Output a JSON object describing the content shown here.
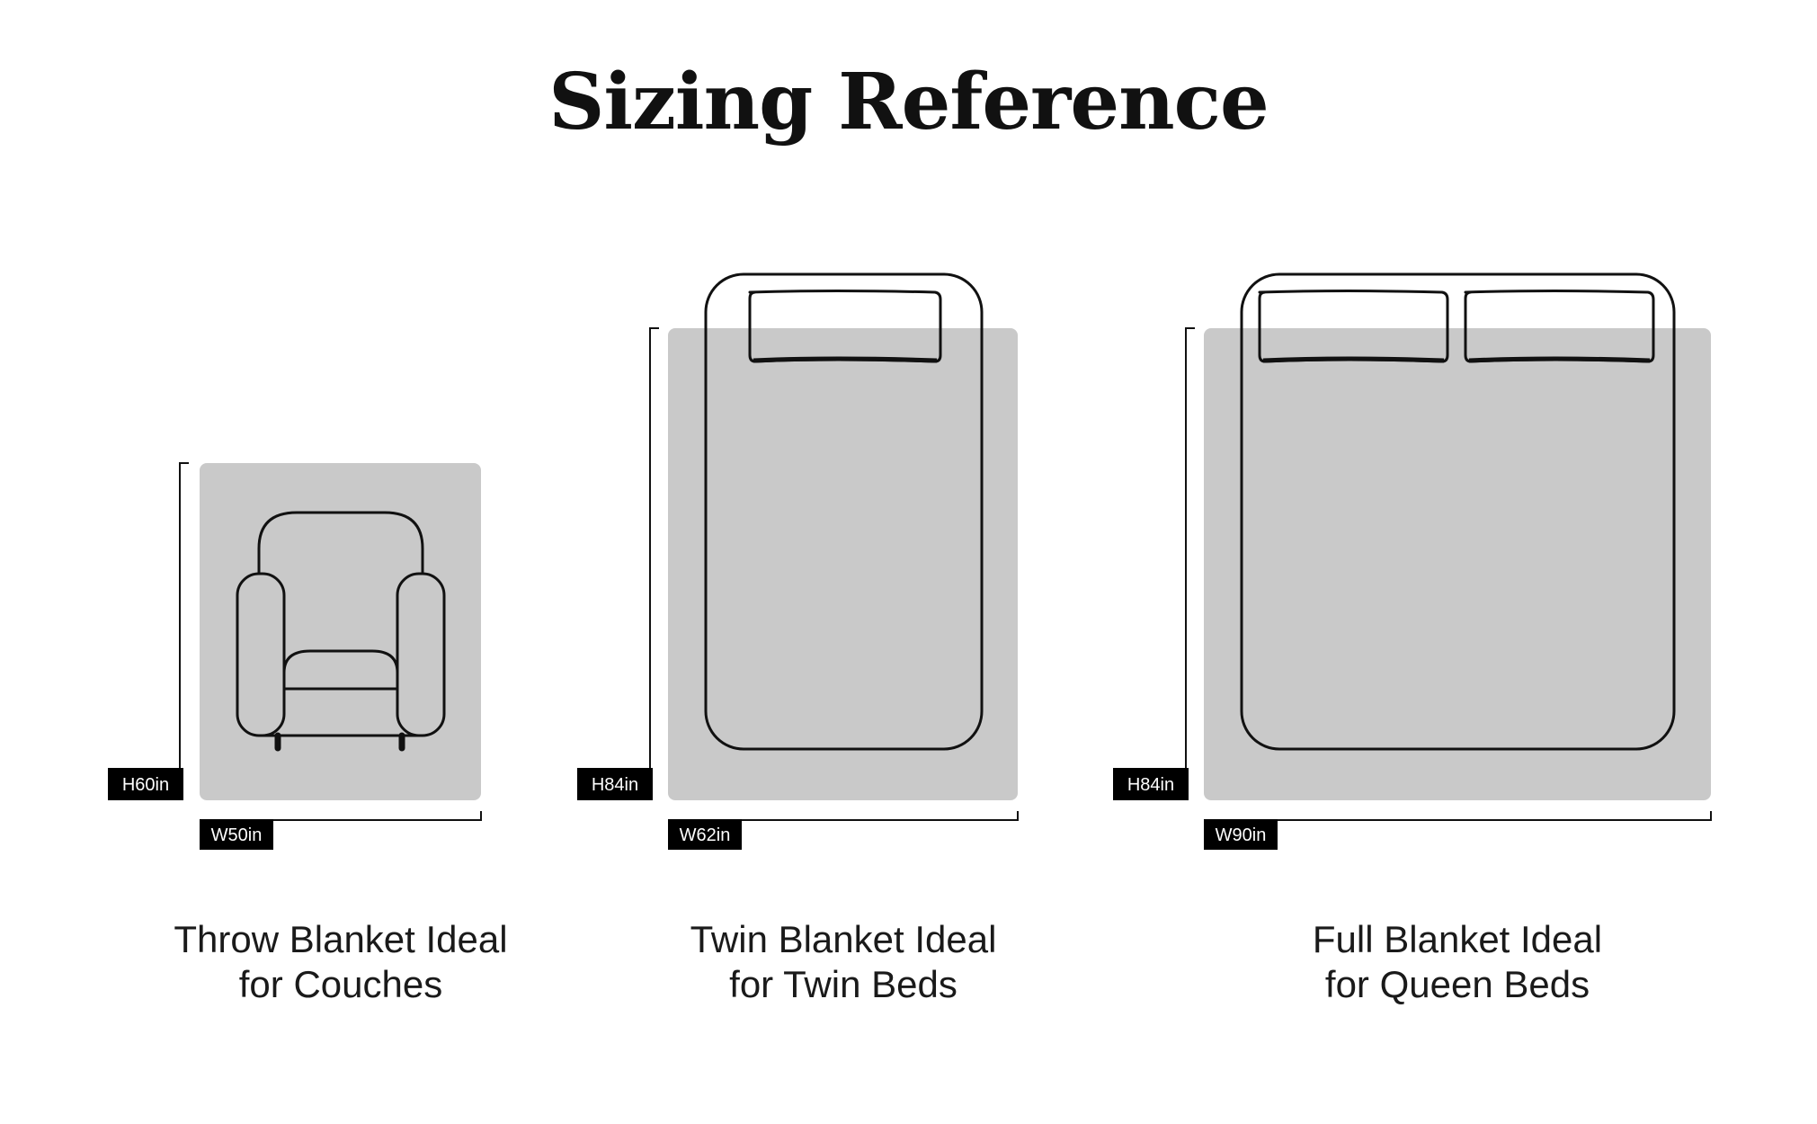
{
  "title": "Sizing Reference",
  "colors": {
    "blanket": "#c9c9c9",
    "line": "#111111",
    "label_bg": "#000000",
    "label_text": "#ffffff"
  },
  "items": [
    {
      "furniture": "armchair-icon",
      "height_label": "H60in",
      "width_label": "W50in",
      "caption_line1": "Throw Blanket Ideal",
      "caption_line2": "for Couches"
    },
    {
      "furniture": "twin-bed-icon",
      "height_label": "H84in",
      "width_label": "W62in",
      "caption_line1": "Twin Blanket Ideal",
      "caption_line2": "for Twin Beds"
    },
    {
      "furniture": "queen-bed-icon",
      "height_label": "H84in",
      "width_label": "W90in",
      "caption_line1": "Full Blanket Ideal",
      "caption_line2": "for Queen Beds"
    }
  ]
}
